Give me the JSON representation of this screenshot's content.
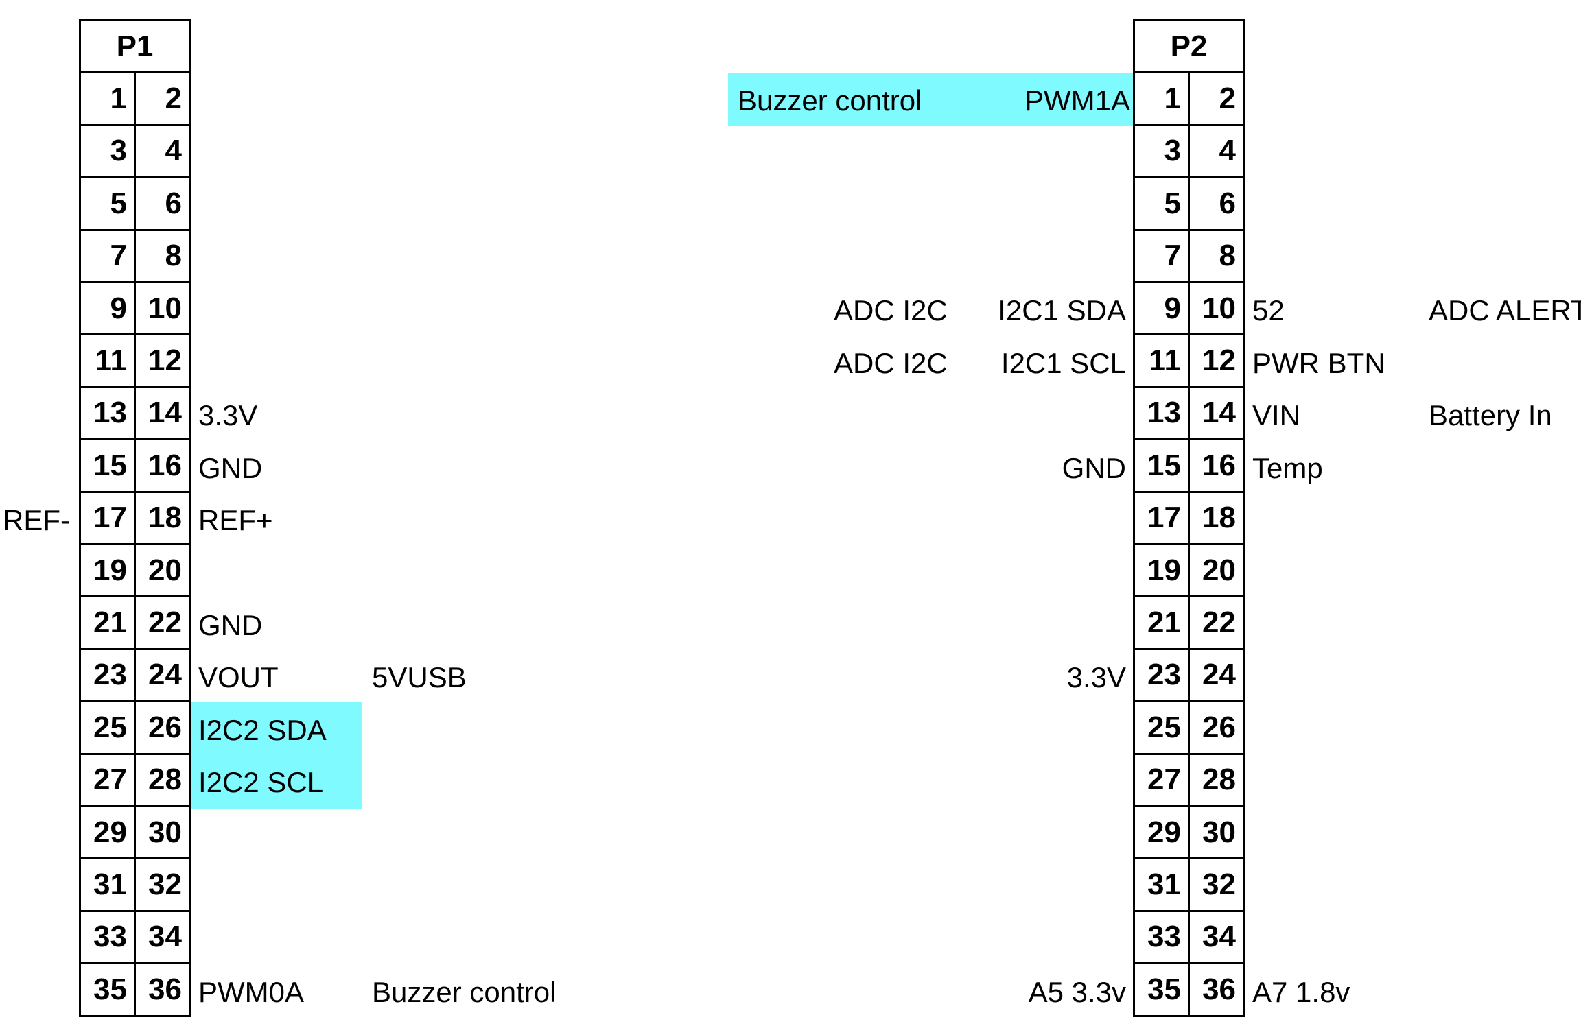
{
  "headers": {
    "p1": {
      "name": "P1",
      "pins": [
        "1",
        "2",
        "3",
        "4",
        "5",
        "6",
        "7",
        "8",
        "9",
        "10",
        "11",
        "12",
        "13",
        "14",
        "15",
        "16",
        "17",
        "18",
        "19",
        "20",
        "21",
        "22",
        "23",
        "24",
        "25",
        "26",
        "27",
        "28",
        "29",
        "30",
        "31",
        "32",
        "33",
        "34",
        "35",
        "36"
      ]
    },
    "p2": {
      "name": "P2",
      "pins": [
        "1",
        "2",
        "3",
        "4",
        "5",
        "6",
        "7",
        "8",
        "9",
        "10",
        "11",
        "12",
        "13",
        "14",
        "15",
        "16",
        "17",
        "18",
        "19",
        "20",
        "21",
        "22",
        "23",
        "24",
        "25",
        "26",
        "27",
        "28",
        "29",
        "30",
        "31",
        "32",
        "33",
        "34",
        "35",
        "36"
      ]
    }
  },
  "highlight_color": "#7ffaff",
  "p1_labels": {
    "ref_minus": "REF-",
    "pin14": "3.3V",
    "pin16": "GND",
    "pin18": "REF+",
    "pin22": "GND",
    "pin24": "VOUT",
    "pin24_note": "5VUSB",
    "pin26": "I2C2 SDA",
    "pin28": "I2C2 SCL",
    "pin36": "PWM0A",
    "pin36_note": "Buzzer control"
  },
  "p2_labels": {
    "pin1_note": "Buzzer control",
    "pin1": "PWM1A",
    "pin9_note": "ADC I2C",
    "pin9": "I2C1 SDA",
    "pin10": "52",
    "pin10_note": "ADC ALERT",
    "pin11_note": "ADC I2C",
    "pin11": "I2C1 SCL",
    "pin12": "PWR BTN",
    "pin14": "VIN",
    "pin14_note": "Battery In",
    "pin15": "GND",
    "pin16": "Temp",
    "pin23": "3.3V",
    "pin35": "A5 3.3v",
    "pin36": "A7 1.8v"
  }
}
